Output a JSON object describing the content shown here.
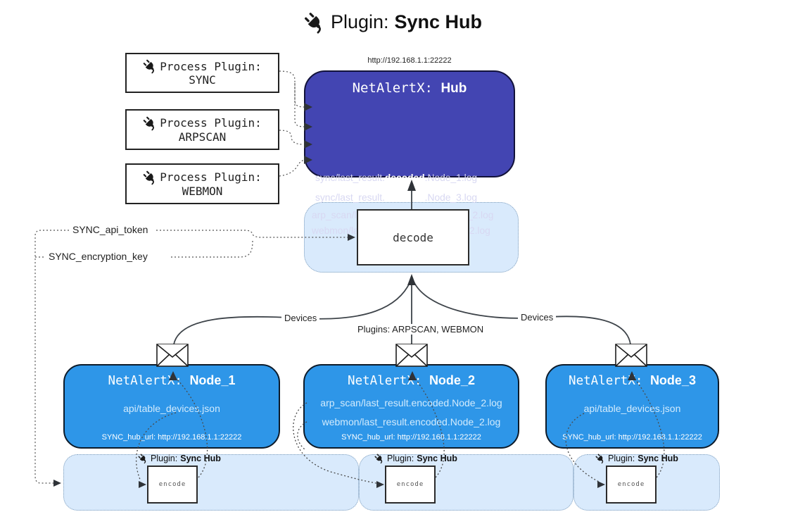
{
  "title": {
    "prefix": "Plugin:",
    "name": "Sync Hub"
  },
  "hub": {
    "url_label": "http://192.168.1.1:22222",
    "title_mono": "NetAlertX: ",
    "title_bold": "Hub",
    "lines": [
      {
        "pre": "sync/last_result.",
        "bold": "decoded",
        "post": ".Node_1.log"
      },
      {
        "pre": "sync/last_result.",
        "bold": "decoded",
        "post": ".Node_3.log"
      },
      {
        "pre": "arp_scan/last_result.",
        "bold": "decoded",
        "post": ".Node_2.log"
      },
      {
        "pre": "webmon/last_result.",
        "bold": "decoded",
        "post": ".Node_2.log"
      }
    ]
  },
  "process_plugins": [
    {
      "label": "Process Plugin:",
      "name": "SYNC"
    },
    {
      "label": "Process Plugin:",
      "name": "ARPSCAN"
    },
    {
      "label": "Process Plugin:",
      "name": "WEBMON"
    }
  ],
  "decode": {
    "label": "decode"
  },
  "settings": {
    "api_token": "SYNC_api_token",
    "encryption_key": "SYNC_encryption_key"
  },
  "edges": {
    "left_label": "Devices",
    "right_label": "Devices",
    "middle_label": "Plugins: ARPSCAN, WEBMON"
  },
  "nodes": [
    {
      "title_mono": "NetAlertX: ",
      "title_bold": "Node_1",
      "lines": [
        "api/table_devices.json"
      ],
      "url": "SYNC_hub_url: http://192.168.1.1:22222"
    },
    {
      "title_mono": "NetAlertX: ",
      "title_bold": "Node_2",
      "lines": [
        "arp_scan/last_result.encoded.Node_2.log",
        "webmon/last_result.encoded.Node_2.log"
      ],
      "url": "SYNC_hub_url: http://192.168.1.1:22222"
    },
    {
      "title_mono": "NetAlertX: ",
      "title_bold": "Node_3",
      "lines": [
        "api/table_devices.json"
      ],
      "url": "SYNC_hub_url: http://192.168.1.1:22222"
    }
  ],
  "encoders": [
    {
      "plugin_prefix": "Plugin:",
      "plugin_name": "Sync Hub",
      "box_label": "encode"
    },
    {
      "plugin_prefix": "Plugin:",
      "plugin_name": "Sync Hub",
      "box_label": "encode"
    },
    {
      "plugin_prefix": "Plugin:",
      "plugin_name": "Sync Hub",
      "box_label": "encode"
    }
  ],
  "icons": {
    "plug": "plug-icon",
    "envelope": "envelope-icon"
  },
  "colors": {
    "hub_fill": "#4345b2",
    "node_fill": "#2e96e8",
    "panel_fill": "#d9eafc",
    "panel_border": "#7d9cba",
    "arrow": "#3d4349"
  }
}
